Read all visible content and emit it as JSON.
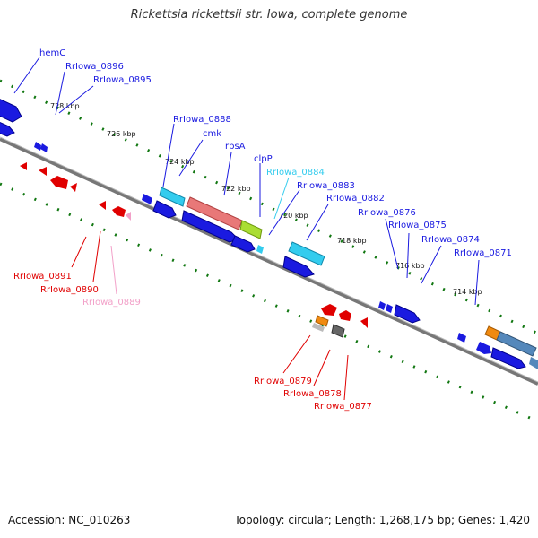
{
  "title": "Rickettsia rickettsii str. Iowa, complete genome",
  "footer": {
    "accession": "Accession: NC_010263",
    "topology": "Topology: circular; Length: 1,268,175 bp; Genes: 1,420"
  },
  "colors": {
    "forward": "#1a1ae0",
    "reverse": "#e00000",
    "pseudo": "#f2a0c8",
    "trna": "#33ccee",
    "rrna": "#e87878",
    "misc": "#aadd33",
    "orange": "#f08a10",
    "steel": "#5588bb",
    "grey": "#777777",
    "backbone": "#777777",
    "ticks": "#117711"
  },
  "scale_labels": [
    "728 kbp",
    "726 kbp",
    "724 kbp",
    "722 kbp",
    "720 kbp",
    "718 kbp",
    "716 kbp",
    "714 kbp"
  ],
  "gene_labels": {
    "forward": [
      "hemC",
      "RrIowa_0896",
      "RrIowa_0895",
      "RrIowa_0888",
      "cmk",
      "rpsA",
      "clpP",
      "RrIowa_0884",
      "RrIowa_0883",
      "RrIowa_0882",
      "RrIowa_0876",
      "RrIowa_0875",
      "RrIowa_0874",
      "RrIowa_0871"
    ],
    "reverse": [
      "RrIowa_0891",
      "RrIowa_0890",
      "RrIowa_0889",
      "RrIowa_0879",
      "RrIowa_0878",
      "RrIowa_0877"
    ]
  }
}
